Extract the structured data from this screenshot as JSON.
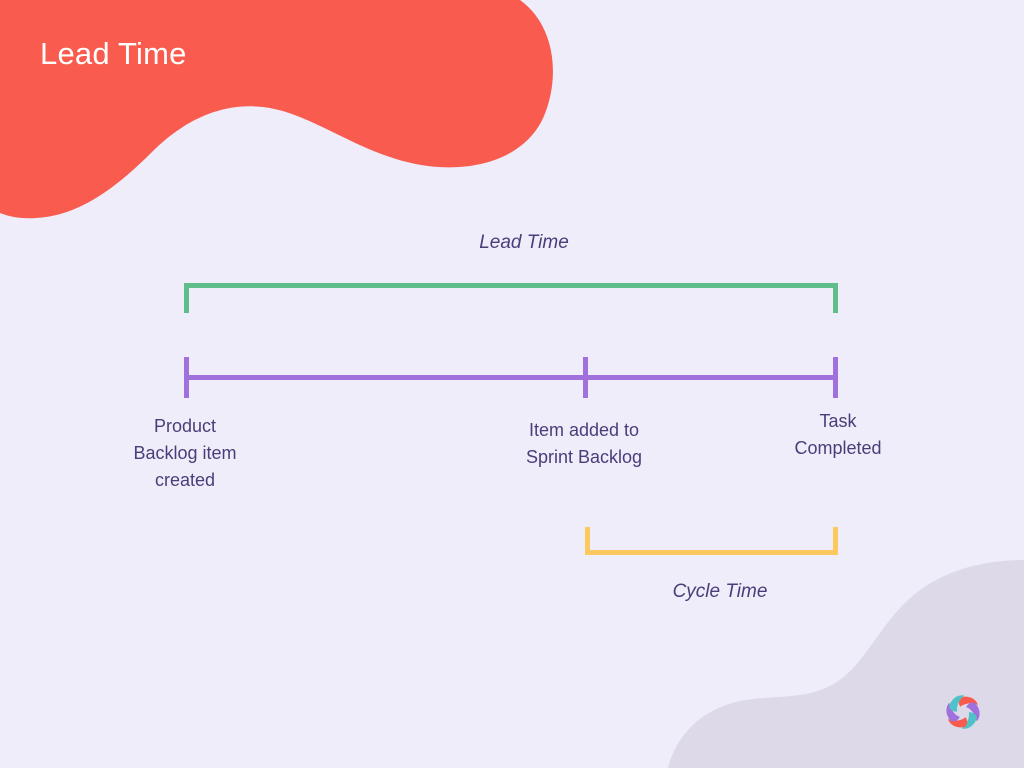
{
  "slide": {
    "title": "Lead Time",
    "background_color": "#efedf9",
    "title_color": "#ffffff"
  },
  "decor": {
    "top_blob_color": "#f95c4e",
    "bottom_blob_color": "#ddd9e8"
  },
  "logo": {
    "name": "petal-pinwheel-logo",
    "petal_colors": [
      "#f95c4e",
      "#a070dd",
      "#4fc2c9",
      "#f95c4e",
      "#a070dd",
      "#4fc2c9"
    ]
  },
  "diagram": {
    "brackets": [
      {
        "id": "lead-time",
        "label": "Lead Time",
        "color": "#5fbd8c",
        "orientation": "opens-down",
        "spans_from": "Product Backlog item created",
        "spans_to": "Task Completed"
      },
      {
        "id": "cycle-time",
        "label": "Cycle Time",
        "color": "#fbc95e",
        "orientation": "opens-up",
        "spans_from": "Item added to Sprint Backlog",
        "spans_to": "Task Completed"
      }
    ],
    "timeline": {
      "color": "#a070dd",
      "label_color": "#4b3d7a",
      "milestones": [
        {
          "id": "product-backlog-item-created",
          "lines": [
            "Product",
            "Backlog item",
            "created"
          ]
        },
        {
          "id": "item-added-to-sprint-backlog",
          "lines": [
            "Item added to",
            "Sprint Backlog"
          ]
        },
        {
          "id": "task-completed",
          "lines": [
            "Task",
            "Completed"
          ]
        }
      ]
    }
  }
}
